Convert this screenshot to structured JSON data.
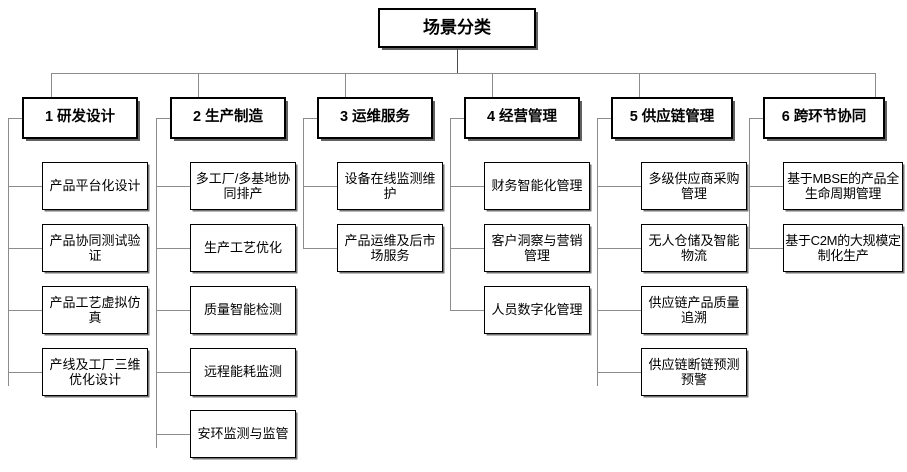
{
  "diagram": {
    "type": "org-tree",
    "title": "场景分类",
    "root": {
      "label": "场景分类"
    },
    "columns": [
      {
        "id": "col-1",
        "header": "1 研发设计",
        "index": "1",
        "name": "研发设计",
        "items": [
          "产品平台化设计",
          "产品协同测试验证",
          "产品工艺虚拟仿真",
          "产线及工厂三维优化设计"
        ]
      },
      {
        "id": "col-2",
        "header": "2 生产制造",
        "index": "2",
        "name": "生产制造",
        "items": [
          "多工厂/多基地协同排产",
          "生产工艺优化",
          "质量智能检测",
          "远程能耗监测",
          "安环监测与监管"
        ]
      },
      {
        "id": "col-3",
        "header": "3 运维服务",
        "index": "3",
        "name": "运维服务",
        "items": [
          "设备在线监测维护",
          "产品运维及后市场服务"
        ]
      },
      {
        "id": "col-4",
        "header": "4 经营管理",
        "index": "4",
        "name": "经营管理",
        "items": [
          "财务智能化管理",
          "客户洞察与营销管理",
          "人员数字化管理"
        ]
      },
      {
        "id": "col-5",
        "header": "5 供应链管理",
        "index": "5",
        "name": "供应链管理",
        "items": [
          "多级供应商采购管理",
          "无人仓储及智能物流",
          "供应链产品质量追溯",
          "供应链断链预测预警"
        ]
      },
      {
        "id": "col-6",
        "header": "6 跨环节协同",
        "index": "6",
        "name": "跨环节协同",
        "items": [
          "基于MBSE的产品全生命周期管理",
          "基于C2M的大规模定制化生产"
        ]
      }
    ]
  },
  "colors": {
    "background": "#ffffff",
    "box_border": "#000000",
    "text": "#000000",
    "connector": "#8c8c8c",
    "shadow": "#5a5a5a"
  }
}
